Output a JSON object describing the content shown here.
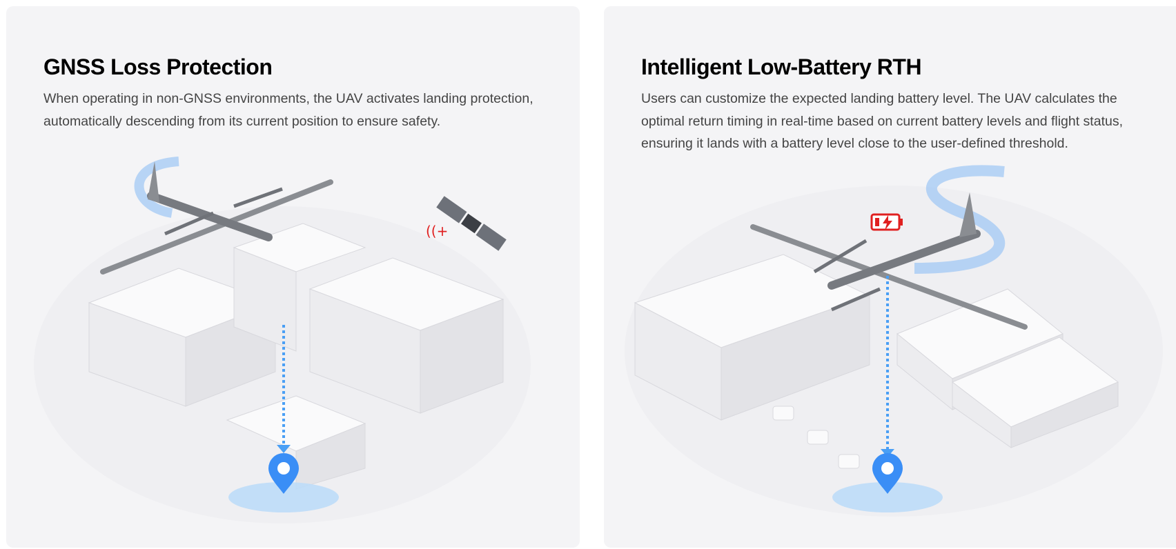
{
  "cards": [
    {
      "title": "GNSS Loss Protection",
      "description": "When operating in non-GNSS environments, the UAV activates landing protection, automatically descending from its current position to ensure safety."
    },
    {
      "title": "Intelligent Low-Battery RTH",
      "description": "Users can customize the expected landing battery level. The UAV calculates the optimal return timing in real-time based on current battery levels and flight status, ensuring it lands with a battery level close to the user-defined threshold."
    }
  ],
  "colors": {
    "accent": "#3a8ef6",
    "alert": "#e02020",
    "card_bg": "#f4f4f6"
  }
}
